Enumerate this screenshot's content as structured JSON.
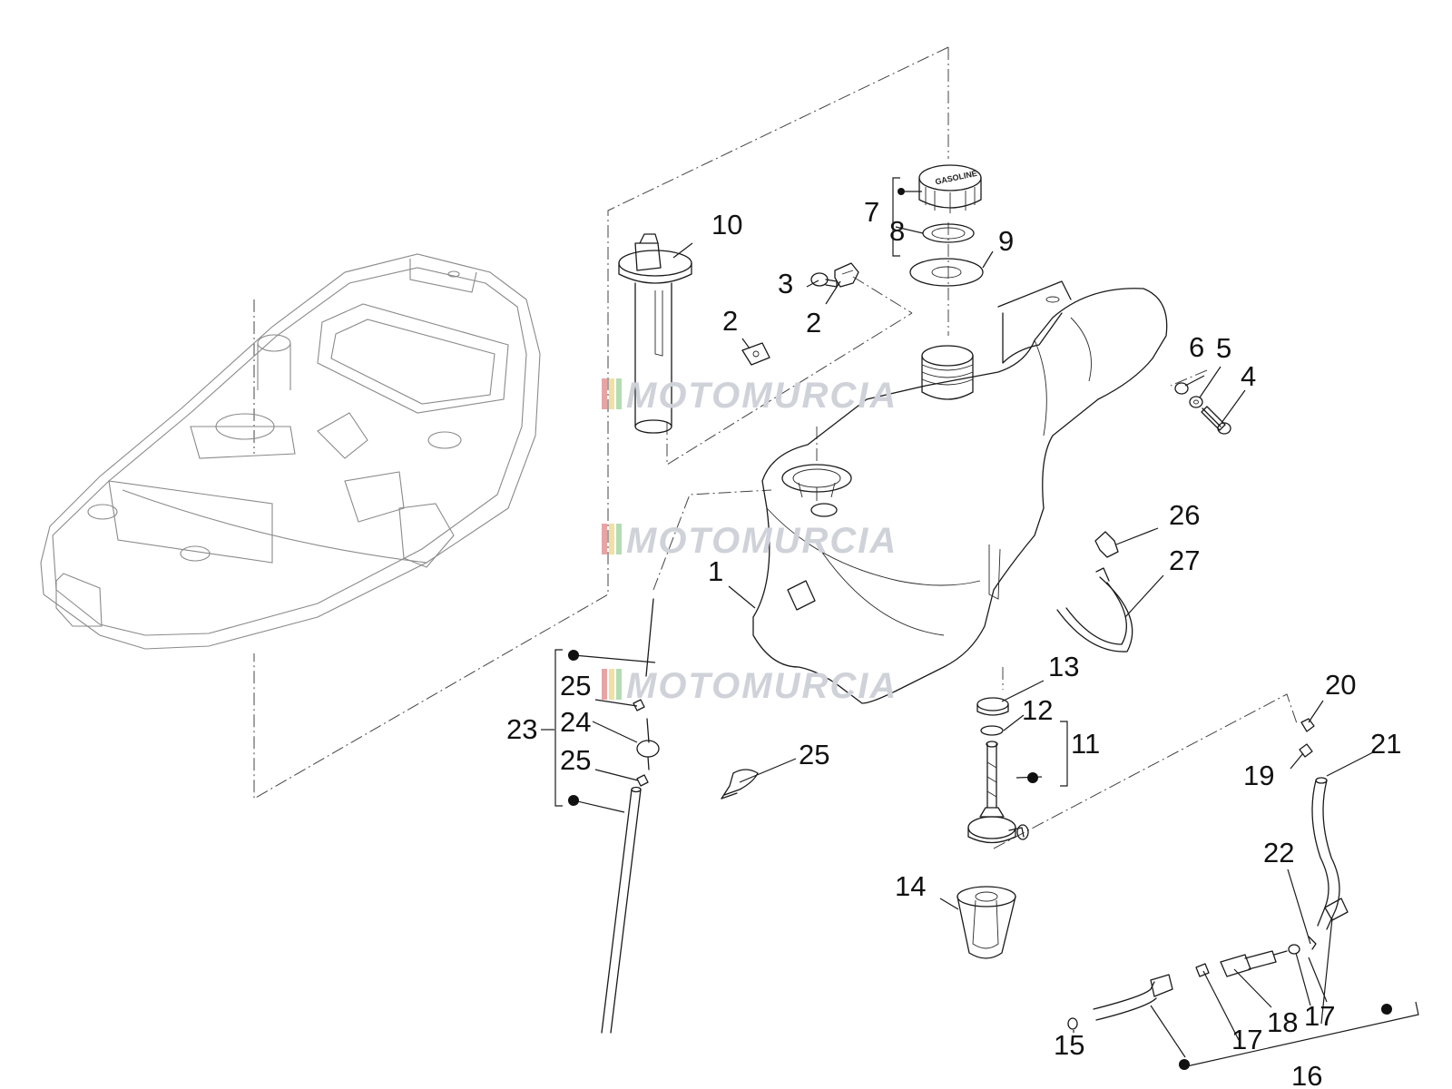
{
  "diagram": {
    "callouts": {
      "c1": "1",
      "c2a": "2",
      "c2b": "2",
      "c3": "3",
      "c4": "4",
      "c5": "5",
      "c6": "6",
      "c7": "7",
      "c8": "8",
      "c9": "9",
      "c10": "10",
      "c11": "11",
      "c12": "12",
      "c13": "13",
      "c14": "14",
      "c15": "15",
      "c16": "16",
      "c17a": "17",
      "c17b": "17",
      "c18": "18",
      "c19": "19",
      "c20": "20",
      "c21": "21",
      "c22": "22",
      "c23": "23",
      "c24": "24",
      "c25a": "25",
      "c25b": "25",
      "c25c": "25",
      "c26": "26",
      "c27": "27"
    },
    "watermark": "MOTOMURCIA",
    "cap_text": "GASOLINE"
  }
}
